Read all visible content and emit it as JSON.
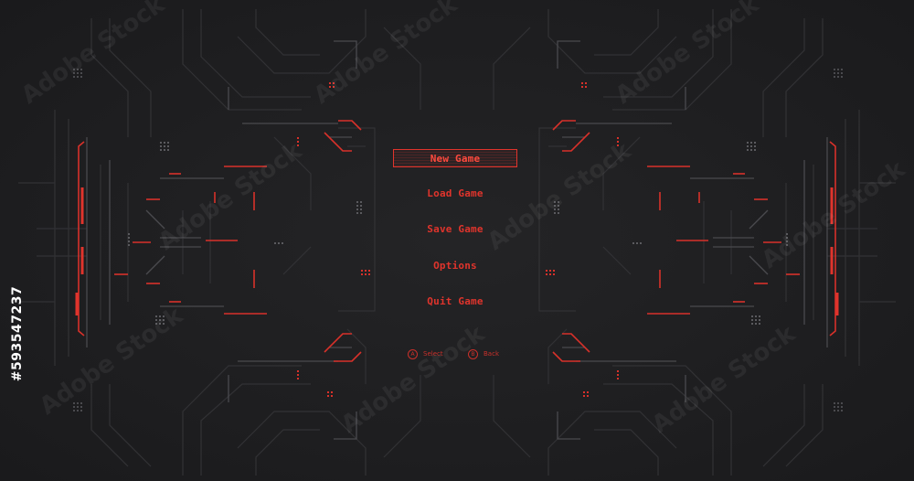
{
  "menu": {
    "items": [
      {
        "label": "New Game",
        "selected": true
      },
      {
        "label": "Load Game",
        "selected": false
      },
      {
        "label": "Save Game",
        "selected": false
      },
      {
        "label": "Options",
        "selected": false
      },
      {
        "label": "Quit Game",
        "selected": false
      }
    ]
  },
  "hints": {
    "select_key": "A",
    "select_label": "Select",
    "back_key": "B",
    "back_label": "Back"
  },
  "watermark": {
    "text": "Adobe Stock",
    "id": "#593547237"
  },
  "colors": {
    "background": "#1f1f21",
    "accent": "#e0342c",
    "circuit_line": "#3a3a3d"
  }
}
